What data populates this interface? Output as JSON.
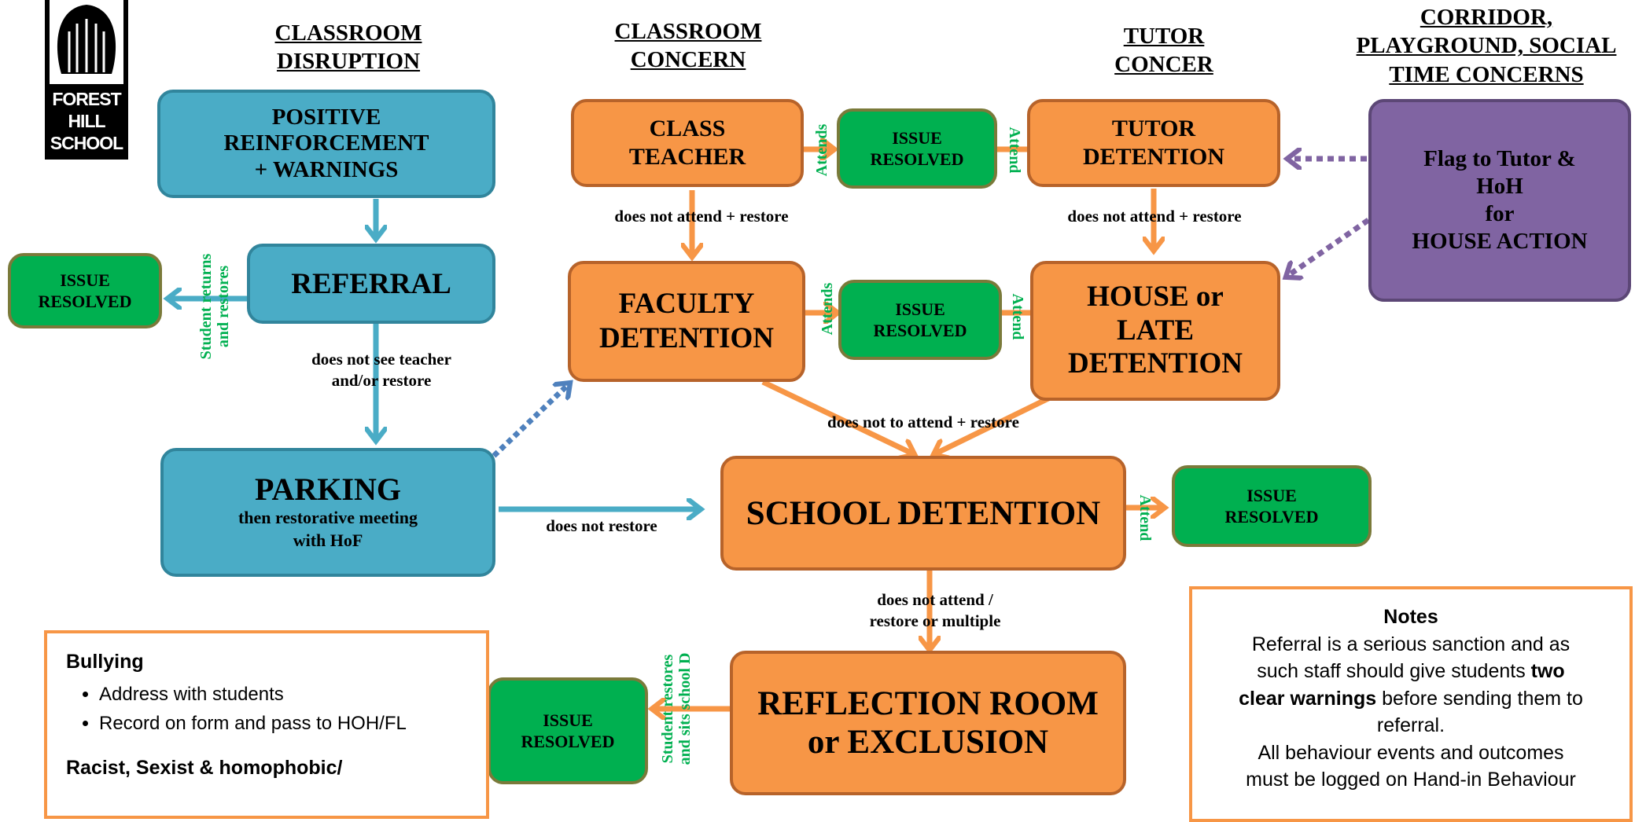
{
  "headings": {
    "col1": [
      "CLASSROOM",
      "DISRUPTION"
    ],
    "col2": [
      "CLASSROOM",
      "CONCERN"
    ],
    "col3": [
      "TUTOR",
      "CONCER"
    ],
    "col4": [
      "CORRIDOR,",
      "PLAYGROUND, SOCIAL",
      "TIME CONCERNS"
    ]
  },
  "logo": {
    "lines": [
      "FOREST",
      "HILL",
      "SCHOOL"
    ]
  },
  "boxes": {
    "positive": [
      "POSITIVE",
      "REINFORCEMENT",
      "+ WARNINGS"
    ],
    "referral": "REFERRAL",
    "parking_title": "PARKING",
    "parking_sub": [
      "then restorative meeting",
      "with HoF"
    ],
    "class_teacher": [
      "CLASS",
      "TEACHER"
    ],
    "tutor_detention": [
      "TUTOR",
      "DETENTION"
    ],
    "faculty_detention": [
      "FACULTY",
      "DETENTION"
    ],
    "house_detention": [
      "HOUSE or",
      "LATE",
      "DETENTION"
    ],
    "school_detention": "SCHOOL DETENTION",
    "reflection": [
      "REFLECTION ROOM",
      "or EXCLUSION"
    ],
    "flag": [
      "Flag to Tutor &",
      "HoH",
      "for",
      "HOUSE ACTION"
    ],
    "issue_resolved": [
      "ISSUE",
      "RESOLVED"
    ]
  },
  "labels": {
    "student_returns": [
      "Student returns",
      "and restores"
    ],
    "not_see_teacher": [
      "does not see teacher",
      "and/or restore"
    ],
    "not_attend_restore": "does not attend + restore",
    "not_to_attend": "does not to attend + restore",
    "not_restore": "does not restore",
    "not_attend_multiple": [
      "does not attend /",
      "restore or multiple"
    ],
    "attends": "Attends",
    "attend": "Attend",
    "student_restores": [
      "Student restores",
      "and sits school D"
    ]
  },
  "bullying_panel": {
    "title": "Bullying",
    "items": [
      "Address with students",
      "Record on form and pass to HOH/FL"
    ],
    "title2": "Racist, Sexist & homophobic/"
  },
  "notes_panel": {
    "title": "Notes",
    "p1_a": "Referral is a serious sanction and as",
    "p1_b": "such staff should give students ",
    "p1_bold": "two",
    "p1_c_bold": "clear warnings",
    "p1_c": " before sending them to",
    "p1_d": "referral.",
    "p2_a": "All behaviour events and outcomes",
    "p2_b": "must be logged on Hand-in Behaviour"
  },
  "colors": {
    "teal": "#4aacc6",
    "orange": "#f79646",
    "green": "#00b050",
    "purple": "#8064a2",
    "arrow_teal": "#4aacc6",
    "arrow_orange": "#f79646",
    "arrow_purple": "#8064a2",
    "arrow_blue_dotted": "#4f81bd"
  }
}
